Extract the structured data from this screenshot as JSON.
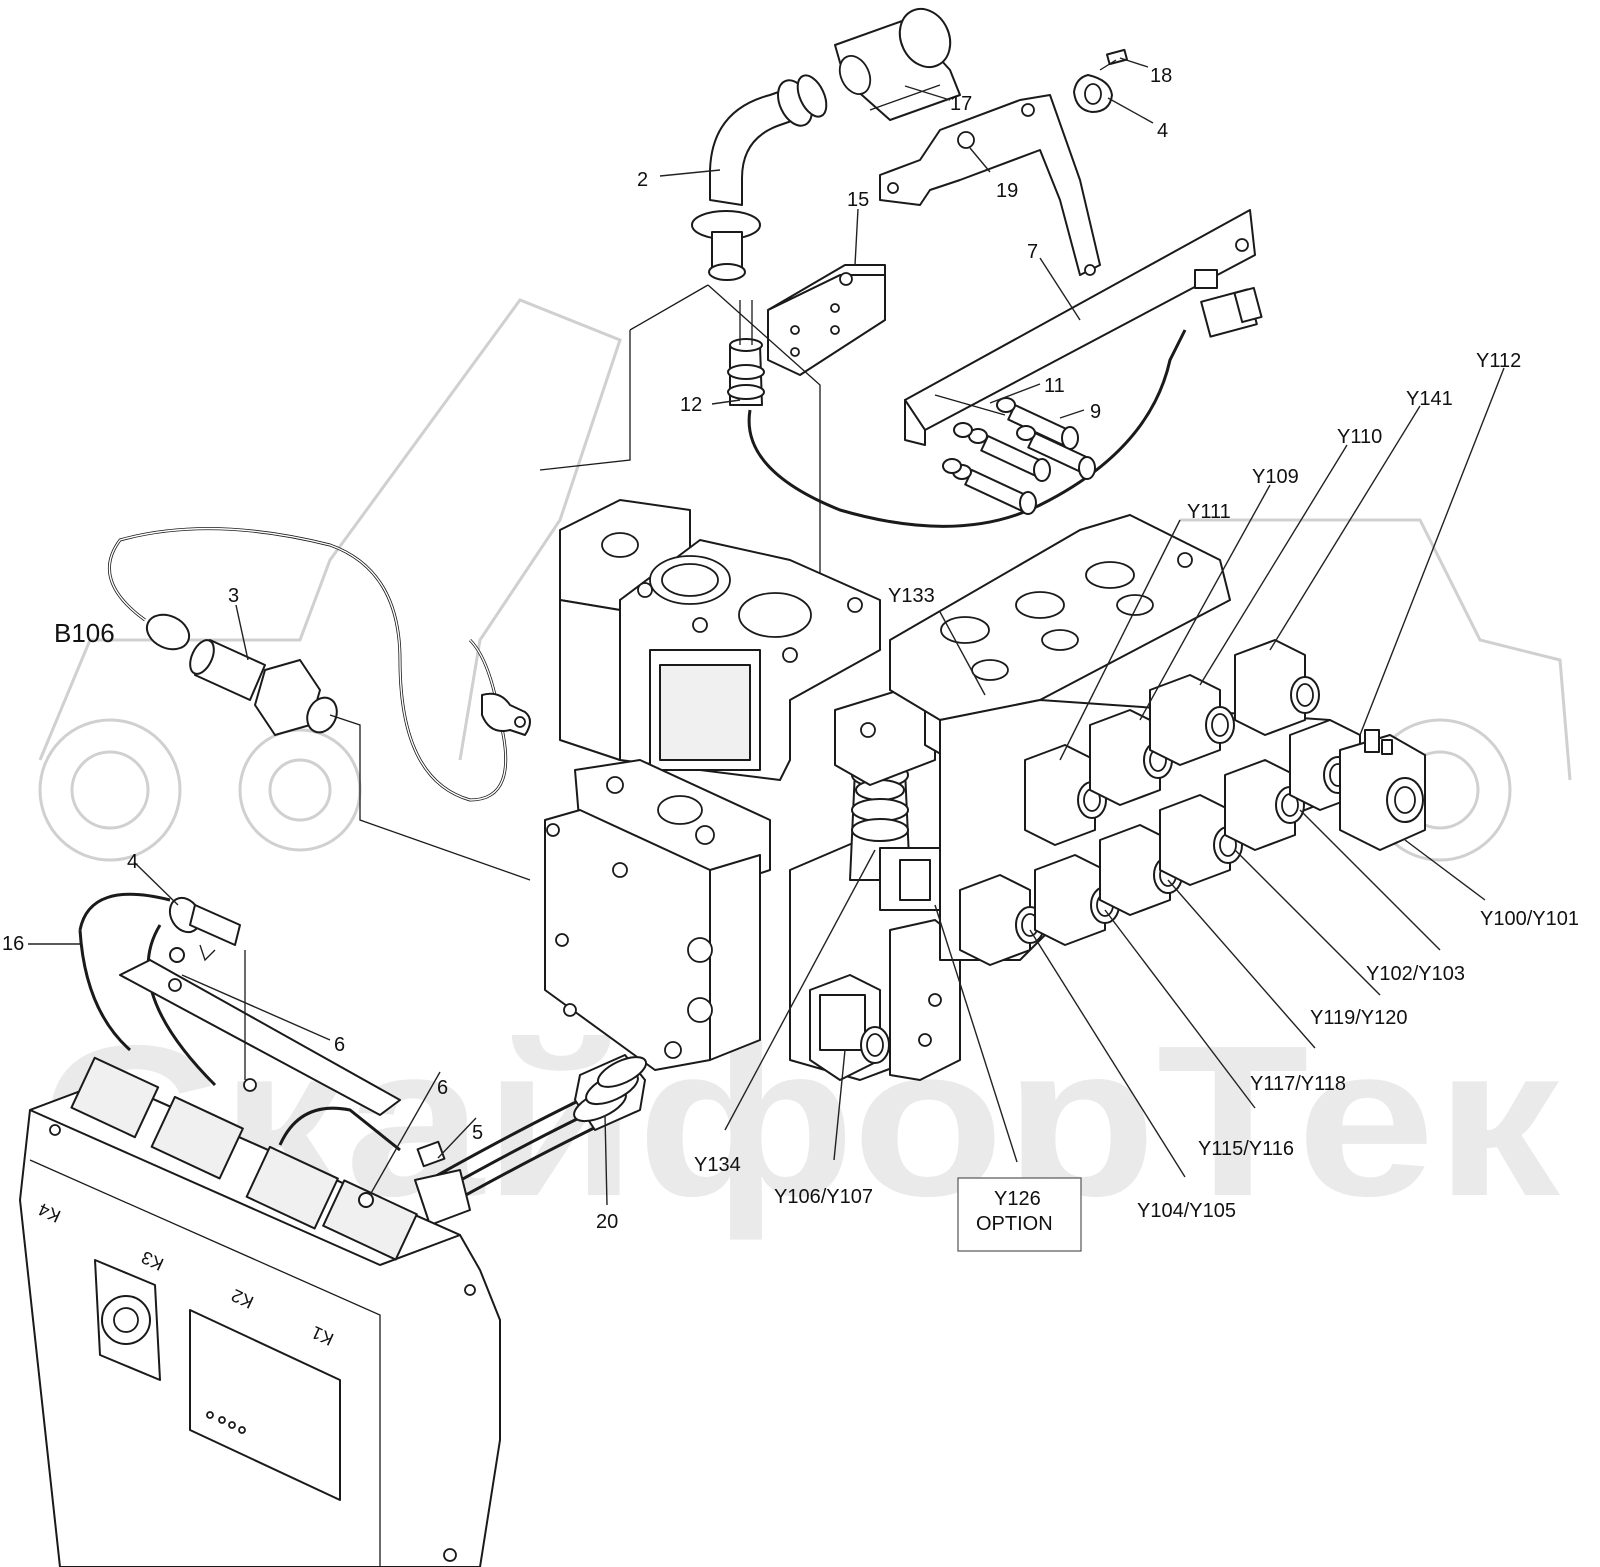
{
  "watermark": {
    "text": "СкайфорТек",
    "color": "#d9d9d9"
  },
  "colors": {
    "line": "#1a1a1a",
    "background": "#ffffff"
  },
  "callouts": {
    "c18": "18",
    "c17": "17",
    "c4_top": "4",
    "c2": "2",
    "c19": "19",
    "c15": "15",
    "c7": "7",
    "c11": "11",
    "c9": "9",
    "c12": "12",
    "c3": "3",
    "cB106": "B106",
    "cY112": "Y112",
    "cY141": "Y141",
    "cY110": "Y110",
    "cY109": "Y109",
    "cY111": "Y111",
    "cY133": "Y133",
    "cY100_101": "Y100/Y101",
    "cY102_103": "Y102/Y103",
    "cY119_120": "Y119/Y120",
    "cY117_118": "Y117/Y118",
    "cY115_116": "Y115/Y116",
    "cY104_105": "Y104/Y105",
    "cY126": "Y126",
    "cOption": "OPTION",
    "cY106_107": "Y106/Y107",
    "cY134": "Y134",
    "c4_left": "4",
    "c16": "16",
    "c6_a": "6",
    "c6_b": "6",
    "c5": "5",
    "c20": "20"
  },
  "ecu_ports": {
    "k1": "K1",
    "k2": "K2",
    "k3": "K3",
    "k4": "K4"
  }
}
